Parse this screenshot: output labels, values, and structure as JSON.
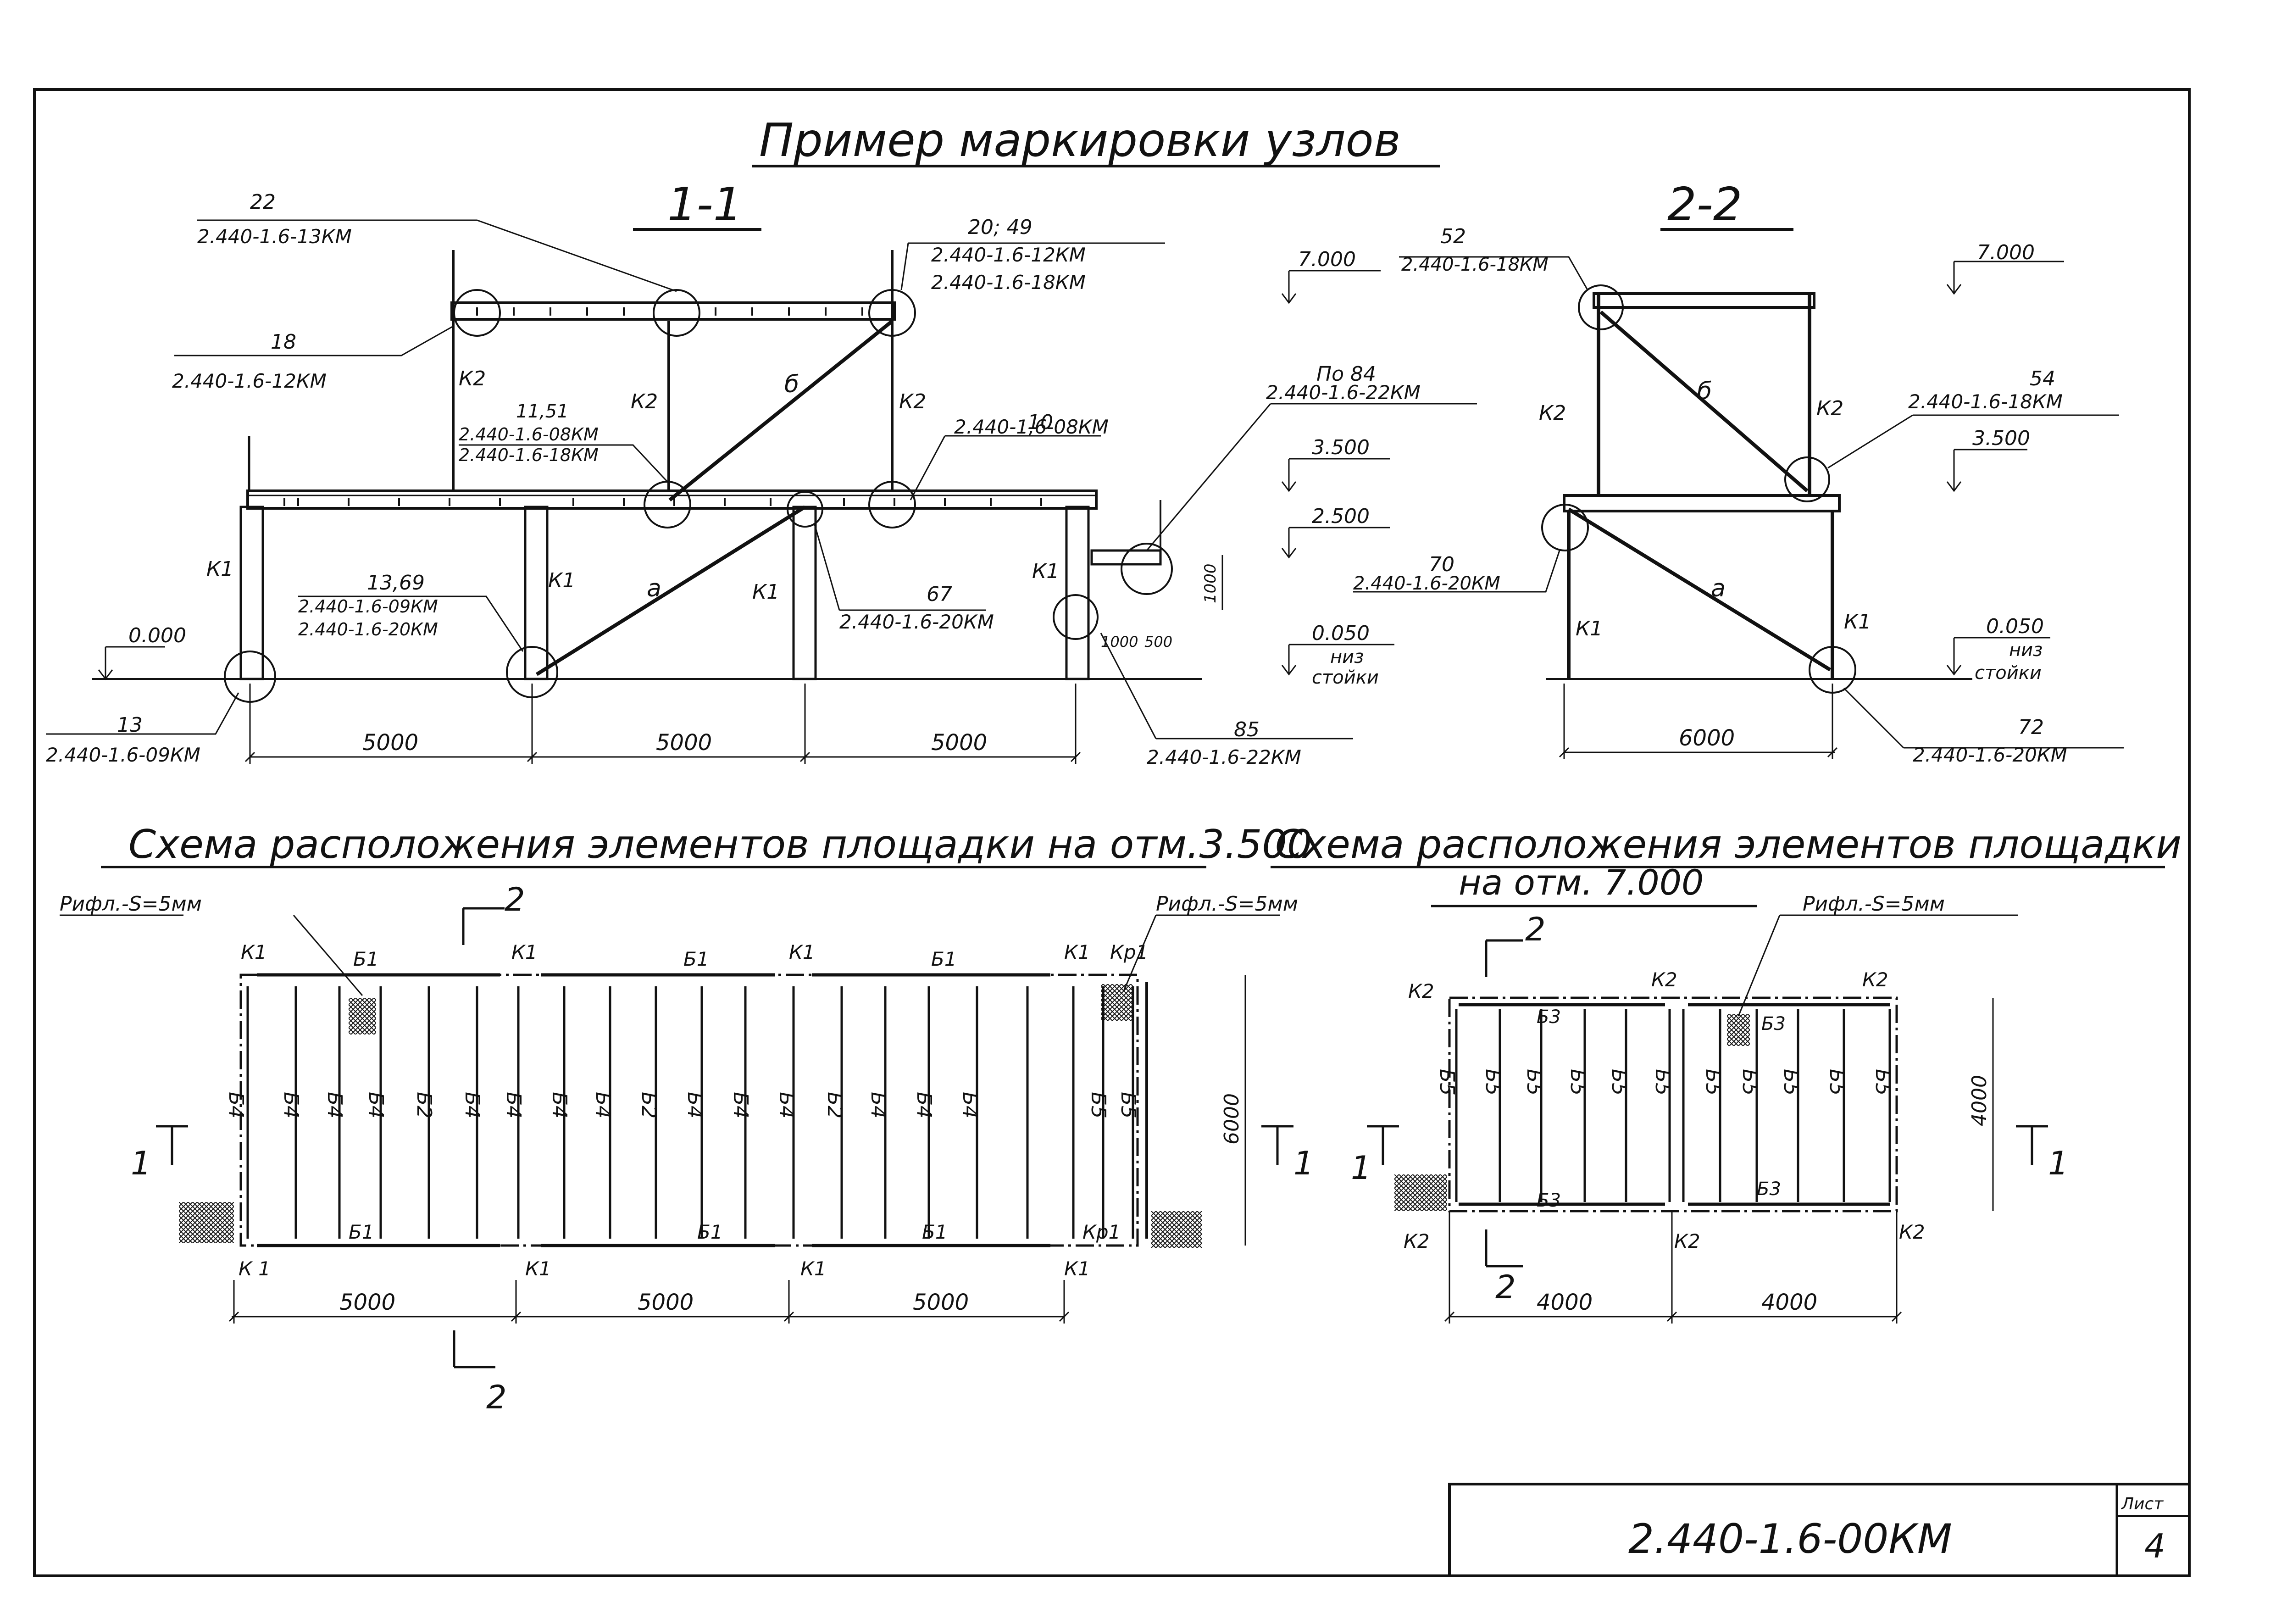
{
  "title": "Пример маркировки узлов",
  "section11": {
    "heading": "1-1",
    "refs": [
      {
        "num": "22",
        "codes": [
          "2.440-1.6-13КМ"
        ]
      },
      {
        "num": "20; 49",
        "codes": [
          "2.440-1.6-12КМ",
          "2.440-1.6-18КМ"
        ]
      },
      {
        "num": "18",
        "codes": [
          "2.440-1.6-12КМ"
        ]
      },
      {
        "num": "11,51",
        "codes": [
          "2.440-1.6-08КМ",
          "2.440-1.6-18КМ"
        ]
      },
      {
        "num": "10",
        "codes": [
          "2.440-1,6-08КМ"
        ]
      },
      {
        "num": "По 84",
        "codes": [
          "2.440-1.6-22КМ"
        ]
      },
      {
        "num": "13,69",
        "codes": [
          "2.440-1.6-09КМ",
          "2.440-1.6-20КМ"
        ]
      },
      {
        "num": "67",
        "codes": [
          "2.440-1.6-20КМ"
        ]
      },
      {
        "num": "13",
        "codes": [
          "2.440-1.6-09КМ"
        ]
      },
      {
        "num": "85",
        "codes": [
          "2.440-1.6-22КМ"
        ]
      }
    ],
    "elev": {
      "e7": "7.000",
      "e35": "3.500",
      "e25": "2.500",
      "e0": "0.000",
      "e005": "0.050",
      "niz1": "низ",
      "niz2": "стойки"
    },
    "member_labels": {
      "k1": "К1",
      "k2": "К2",
      "a": "а",
      "b": "б"
    },
    "dims": {
      "span": "5000",
      "h1000": "1000",
      "d1000": "1000",
      "d500": "500"
    }
  },
  "section22": {
    "heading": "2-2",
    "refs": [
      {
        "num": "52",
        "codes": [
          "2.440-1.6-18КМ"
        ]
      },
      {
        "num": "54",
        "codes": [
          "2.440-1.6-18КМ"
        ]
      },
      {
        "num": "70",
        "codes": [
          "2.440-1.6-20КМ"
        ]
      },
      {
        "num": "72",
        "codes": [
          "2.440-1.6-20КМ"
        ]
      }
    ],
    "elev": {
      "e7": "7.000",
      "e35": "3.500",
      "e005": "0.050",
      "niz1": "низ",
      "niz2": "стойки"
    },
    "span": "6000"
  },
  "plan35": {
    "title": "Схема расположения элементов площадки на отм.3.500",
    "note": "Рифл.-S=5мм",
    "cut1": "1",
    "cut2": "2",
    "k1": "К1",
    "k1b": "К 1",
    "kr1": "Кр1",
    "b1": "Б1",
    "beam_labels": [
      "Б4",
      "Б4",
      "Б4",
      "Б4",
      "Б2",
      "Б4",
      "Б4",
      "Б4",
      "Б4",
      "Б2",
      "Б4",
      "Б4",
      "Б4",
      "Б2",
      "Б4",
      "Б4",
      "Б4",
      "Б5",
      "Б5"
    ],
    "span": "5000",
    "depth": "6000"
  },
  "plan7": {
    "title1": "Схема расположения элементов площадки",
    "title2": "на отм. 7.000",
    "note": "Рифл.-S=5мм",
    "cut1": "1",
    "cut2": "2",
    "k2": "К2",
    "b3": "Б3",
    "beam_labels": [
      "Б5",
      "Б5",
      "Б5",
      "Б5",
      "Б5",
      "Б5",
      "Б5",
      "Б5",
      "Б5",
      "Б5",
      "Б5"
    ],
    "span": "4000",
    "depth": "4000"
  },
  "stamp": {
    "code": "2.440-1.6-00КМ",
    "sheet_label": "Лист",
    "sheet": "4"
  }
}
